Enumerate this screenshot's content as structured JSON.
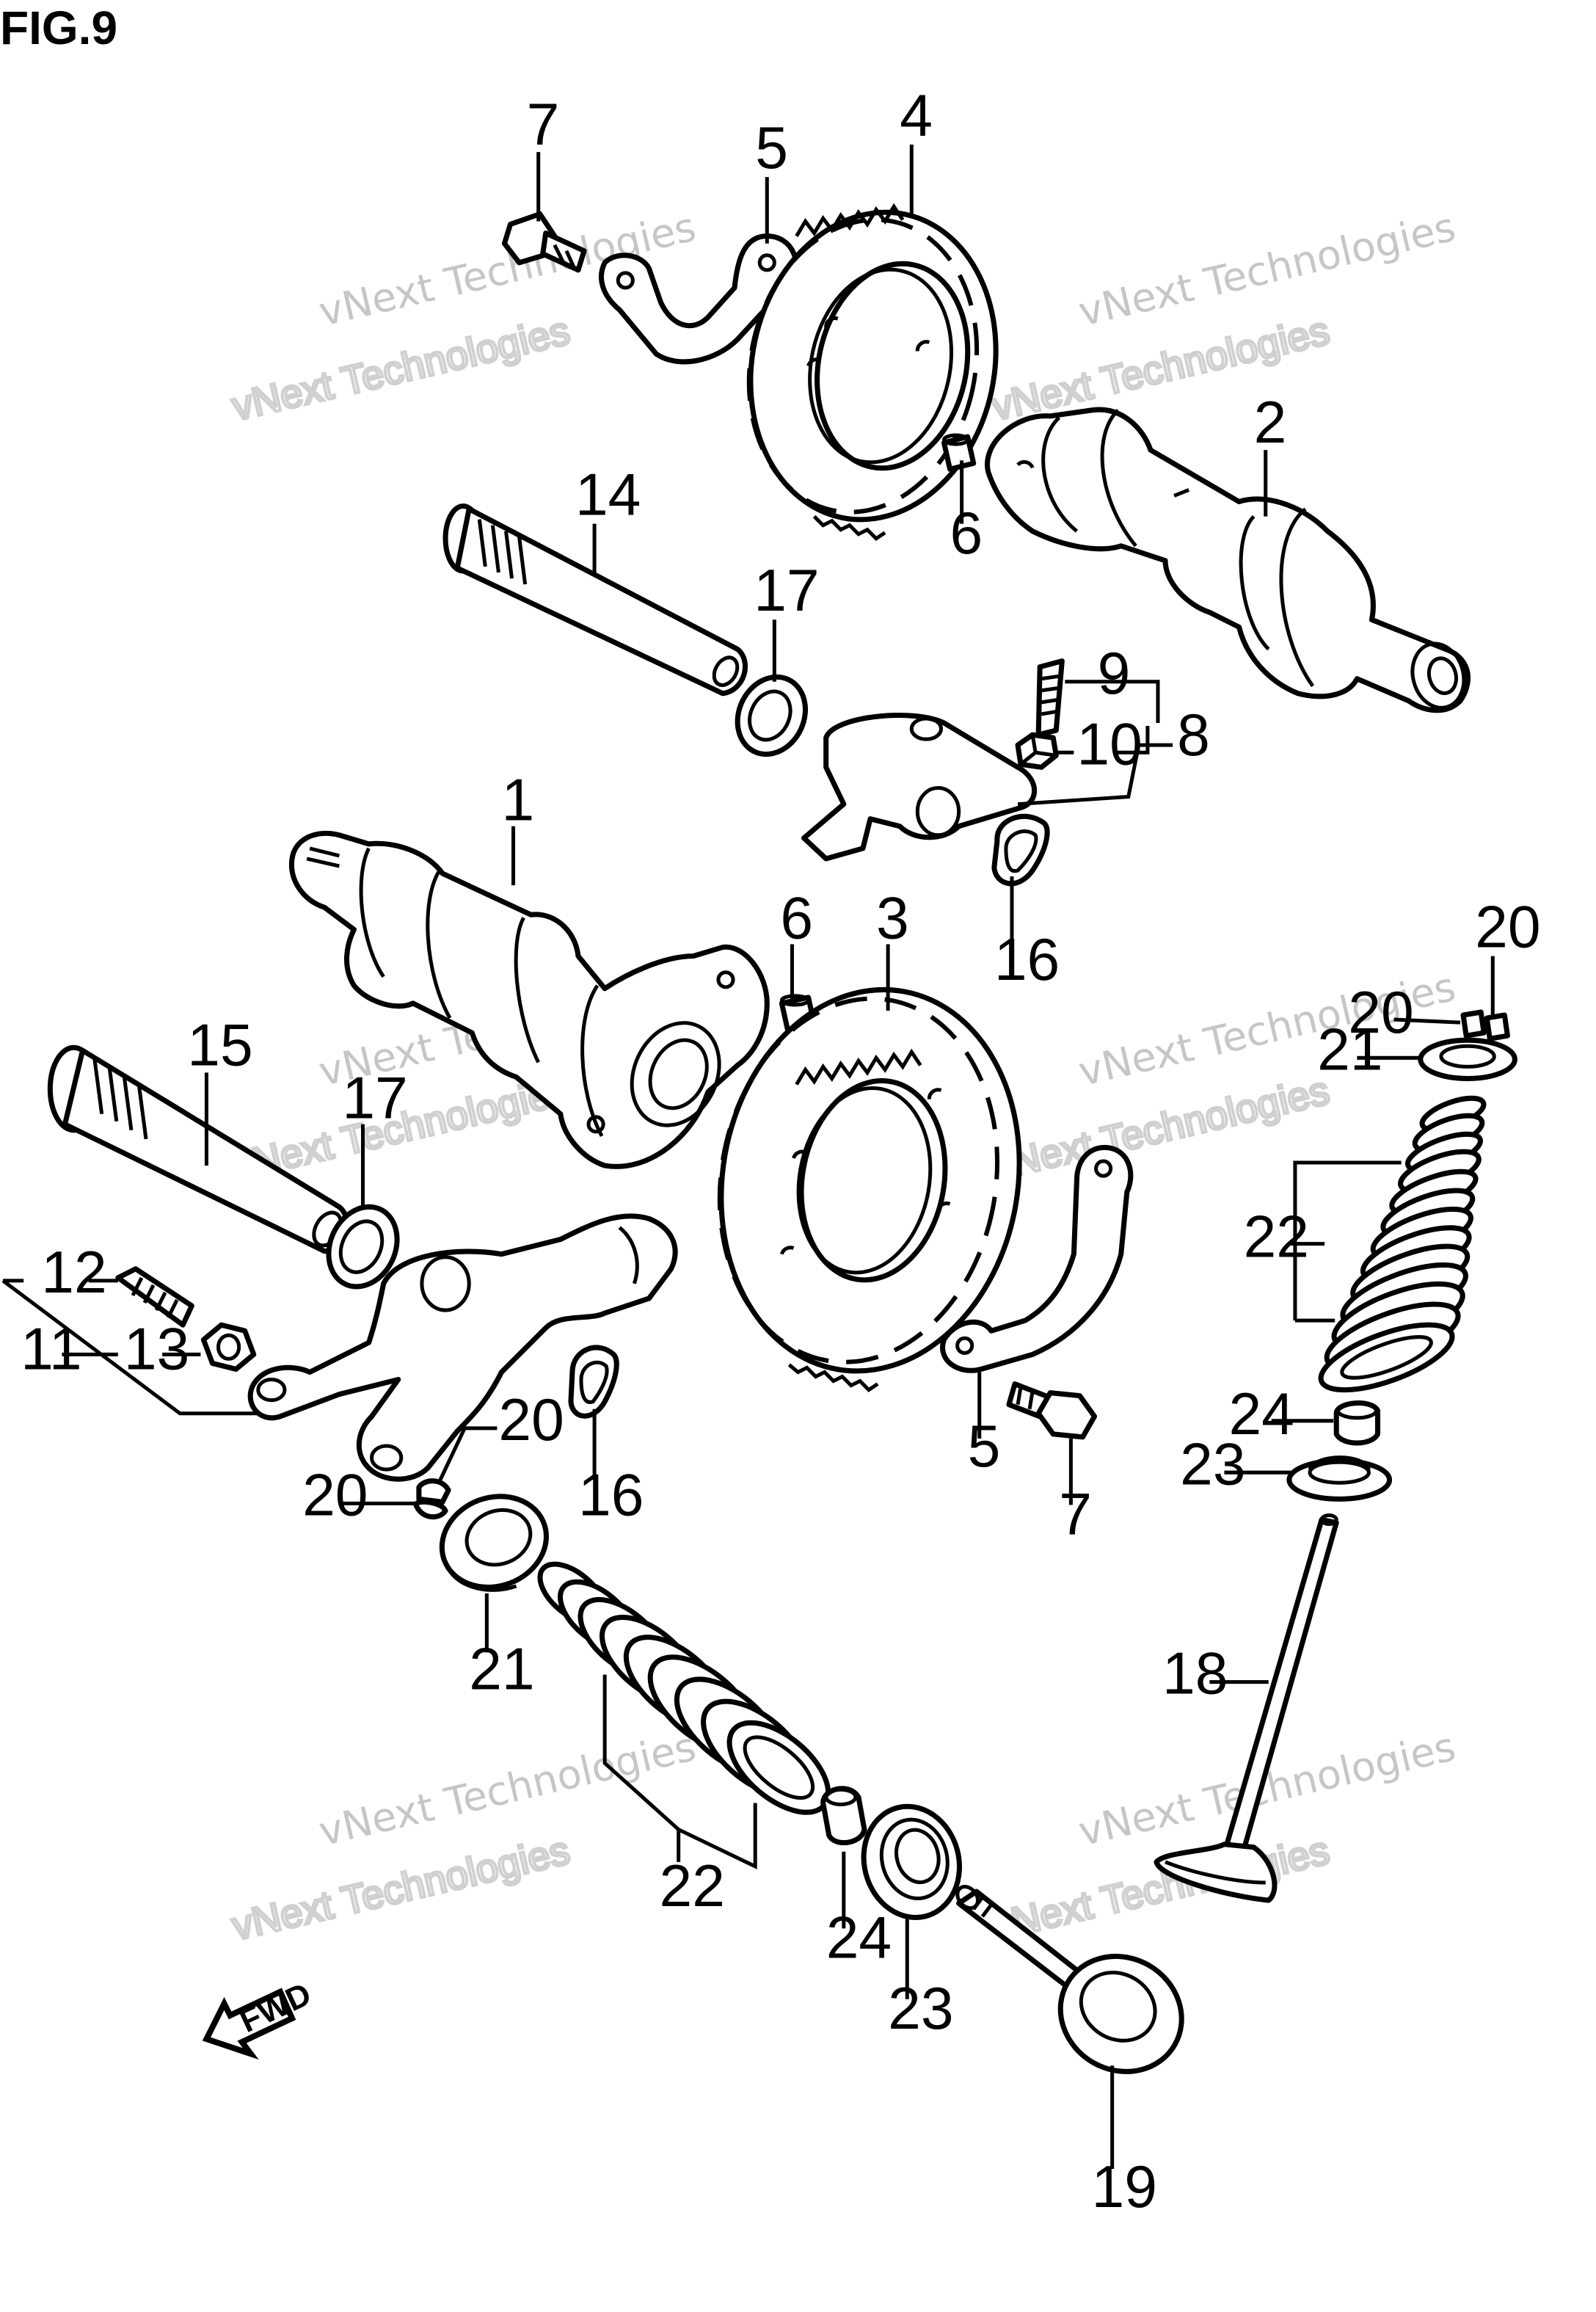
{
  "title": "FIG.9",
  "watermark": {
    "line1": "vNext Technologies",
    "line2": "vNext Technologies"
  },
  "direction_arrow": {
    "text": "FWD"
  },
  "callouts": [
    {
      "id": "c-7a",
      "text": "7"
    },
    {
      "id": "c-5a",
      "text": "5"
    },
    {
      "id": "c-4",
      "text": "4"
    },
    {
      "id": "c-2",
      "text": "2"
    },
    {
      "id": "c-6a",
      "text": "6"
    },
    {
      "id": "c-14",
      "text": "14"
    },
    {
      "id": "c-17a",
      "text": "17"
    },
    {
      "id": "c-9",
      "text": "9"
    },
    {
      "id": "c-10",
      "text": "10"
    },
    {
      "id": "c-8",
      "text": "8"
    },
    {
      "id": "c-16a",
      "text": "16"
    },
    {
      "id": "c-1",
      "text": "1"
    },
    {
      "id": "c-6b",
      "text": "6"
    },
    {
      "id": "c-3",
      "text": "3"
    },
    {
      "id": "c-15",
      "text": "15"
    },
    {
      "id": "c-17b",
      "text": "17"
    },
    {
      "id": "c-12",
      "text": "12"
    },
    {
      "id": "c-11",
      "text": "11"
    },
    {
      "id": "c-13",
      "text": "13"
    },
    {
      "id": "c-20a",
      "text": "20"
    },
    {
      "id": "c-20b",
      "text": "20"
    },
    {
      "id": "c-16b",
      "text": "16"
    },
    {
      "id": "c-5b",
      "text": "5"
    },
    {
      "id": "c-7b",
      "text": "7"
    },
    {
      "id": "c-21a",
      "text": "21"
    },
    {
      "id": "c-22a",
      "text": "22"
    },
    {
      "id": "c-24a",
      "text": "24"
    },
    {
      "id": "c-23a",
      "text": "23"
    },
    {
      "id": "c-20c",
      "text": "20"
    },
    {
      "id": "c-20d",
      "text": "20"
    },
    {
      "id": "c-21b",
      "text": "21"
    },
    {
      "id": "c-22b",
      "text": "22"
    },
    {
      "id": "c-24b",
      "text": "24"
    },
    {
      "id": "c-23b",
      "text": "23"
    },
    {
      "id": "c-18",
      "text": "18"
    },
    {
      "id": "c-19",
      "text": "19"
    }
  ]
}
